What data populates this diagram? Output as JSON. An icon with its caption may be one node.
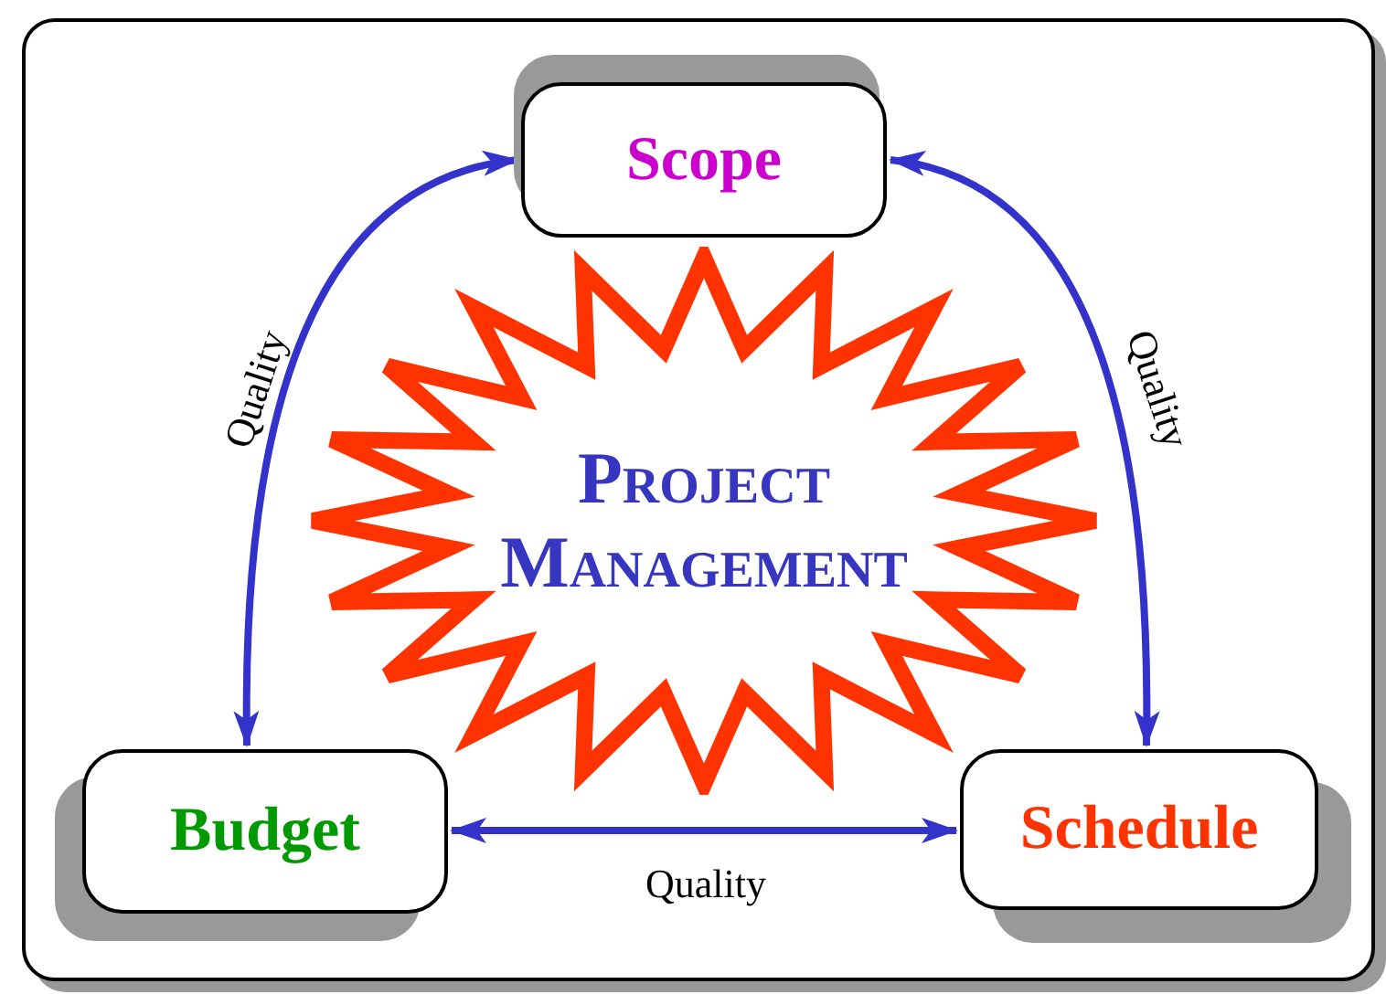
{
  "diagram": {
    "nodes": [
      {
        "text": [
          "Scope"
        ]
      },
      {
        "text": [
          "Project Management"
        ]
      },
      {
        "text": [
          "Budget"
        ]
      },
      {
        "text": [
          "Schedule"
        ]
      }
    ],
    "edges": [
      {
        "from": 0,
        "to": 2,
        "arrow": "both",
        "label": "Quality"
      },
      {
        "from": 0,
        "to": 3,
        "arrow": "both",
        "label": "Quality"
      },
      {
        "from": 2,
        "to": 3,
        "arrow": "both",
        "label": "Quality"
      }
    ]
  }
}
